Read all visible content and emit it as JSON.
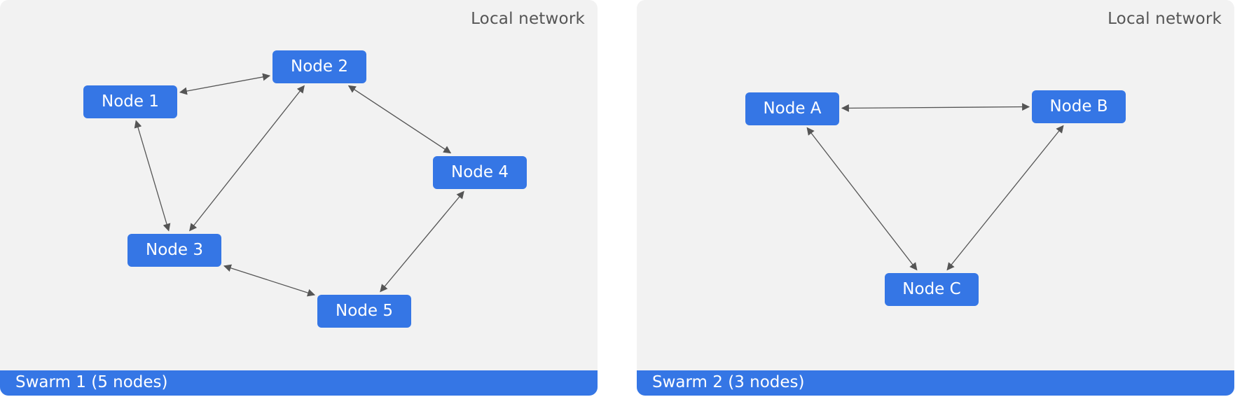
{
  "swarms": [
    {
      "network_label": "Local network",
      "footer_label": "Swarm 1 (5 nodes)",
      "nodes": [
        {
          "id": "n1",
          "label": "Node 1"
        },
        {
          "id": "n2",
          "label": "Node 2"
        },
        {
          "id": "n3",
          "label": "Node 3"
        },
        {
          "id": "n4",
          "label": "Node 4"
        },
        {
          "id": "n5",
          "label": "Node 5"
        }
      ],
      "edges": [
        {
          "from": "n1",
          "to": "n2",
          "bidirectional": true
        },
        {
          "from": "n1",
          "to": "n3",
          "bidirectional": true
        },
        {
          "from": "n2",
          "to": "n3",
          "bidirectional": true
        },
        {
          "from": "n2",
          "to": "n4",
          "bidirectional": true
        },
        {
          "from": "n3",
          "to": "n5",
          "bidirectional": true
        },
        {
          "from": "n4",
          "to": "n5",
          "bidirectional": true
        }
      ]
    },
    {
      "network_label": "Local network",
      "footer_label": "Swarm 2 (3 nodes)",
      "nodes": [
        {
          "id": "na",
          "label": "Node A"
        },
        {
          "id": "nb",
          "label": "Node B"
        },
        {
          "id": "nc",
          "label": "Node C"
        }
      ],
      "edges": [
        {
          "from": "na",
          "to": "nb",
          "bidirectional": true
        },
        {
          "from": "na",
          "to": "nc",
          "bidirectional": true
        },
        {
          "from": "nb",
          "to": "nc",
          "bidirectional": true
        }
      ]
    }
  ],
  "colors": {
    "panel_background": "#f2f2f2",
    "node_fill": "#3576e5",
    "node_text": "#ffffff",
    "footer_fill": "#3576e5",
    "edge": "#555555",
    "network_label_text": "#555555"
  }
}
